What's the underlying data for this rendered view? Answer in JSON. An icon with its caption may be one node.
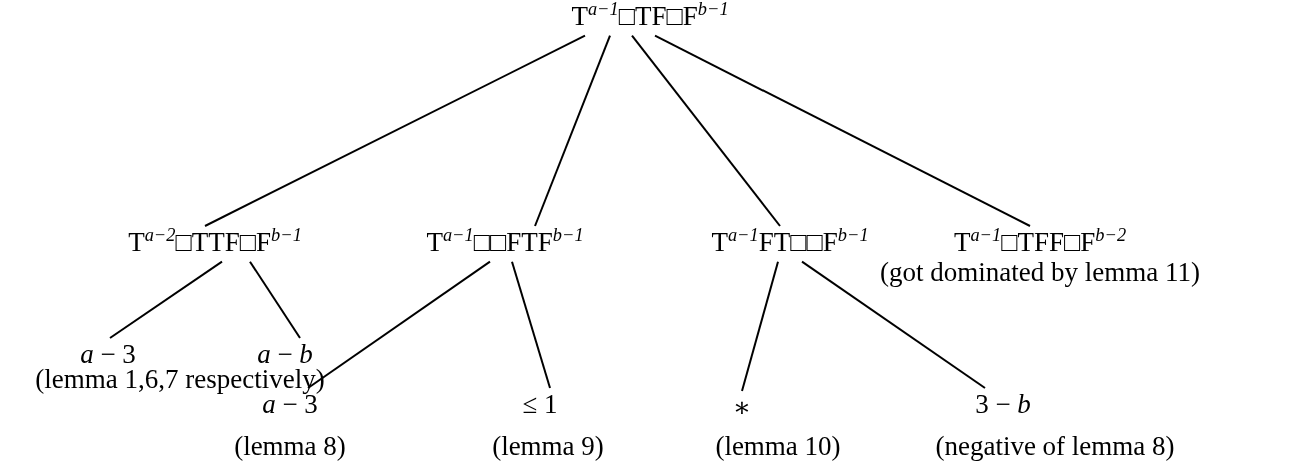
{
  "diagram": {
    "nodes": [
      {
        "text": [
          "T$^{a−1}$□TF□F$^{b−1}$"
        ]
      },
      {
        "text": [
          "T$^{a−2}$□TTF□F$^{b−1}$"
        ]
      },
      {
        "text": [
          "T$^{a−1}$□□FTF$^{b−1}$"
        ]
      },
      {
        "text": [
          "T$^{a−1}$FT□□F$^{b−1}$"
        ]
      },
      {
        "text": [
          "T$^{a−1}$□TFF□F$^{b−2}$"
        ],
        "beside": [
          "(got dominated by lemma 11)"
        ]
      },
      {
        "text": [
          "*a* − 3"
        ]
      },
      {
        "text": [
          "*a* − *b*"
        ]
      },
      {
        "text": [
          "*a* − 3"
        ],
        "beside": [
          "(lemma 8)"
        ]
      },
      {
        "text": [
          "≤ 1"
        ],
        "beside": [
          "(lemma 9)"
        ]
      },
      {
        "text": [
          "∗"
        ],
        "beside": [
          "(lemma 10)"
        ]
      },
      {
        "text": [
          "3 − *b*"
        ],
        "beside": [
          "(negative of lemma 8)"
        ]
      }
    ],
    "edges": [
      {
        "from": 0,
        "to": 1,
        "arrow": "none"
      },
      {
        "from": 0,
        "to": 2,
        "arrow": "none"
      },
      {
        "from": 0,
        "to": 3,
        "arrow": "none"
      },
      {
        "from": 0,
        "to": 4,
        "arrow": "none"
      },
      {
        "from": 1,
        "to": 5,
        "arrow": "none"
      },
      {
        "from": 1,
        "to": 6,
        "arrow": "none"
      },
      {
        "from": 2,
        "to": 7,
        "arrow": "none"
      },
      {
        "from": 2,
        "to": 8,
        "arrow": "none"
      },
      {
        "from": 3,
        "to": 9,
        "arrow": "none"
      },
      {
        "from": 3,
        "to": 10,
        "arrow": "none"
      }
    ],
    "labels": [
      "(lemma 1,6,7 respectively)"
    ]
  }
}
